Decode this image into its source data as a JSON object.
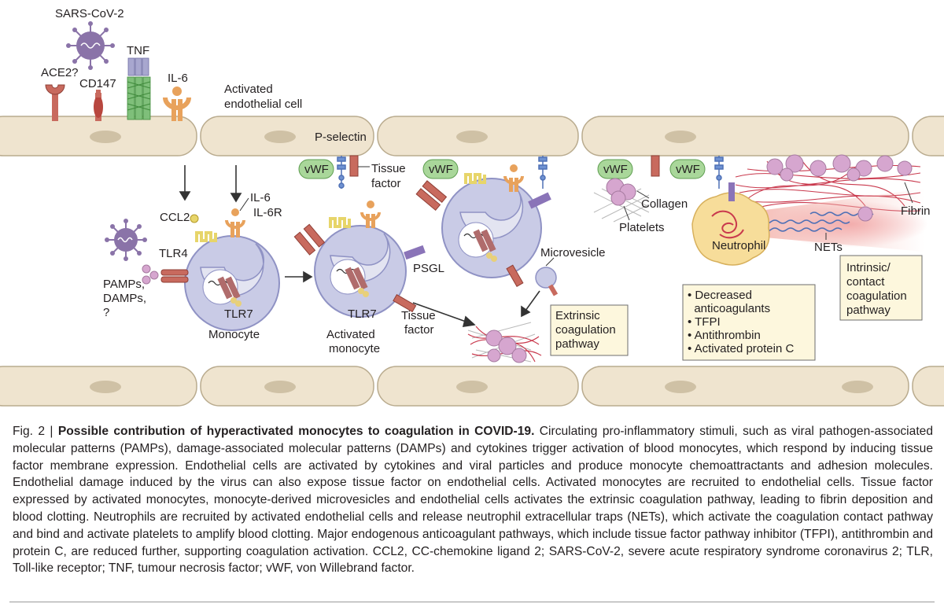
{
  "labels": {
    "sars_cov_2": "SARS-CoV-2",
    "tnf": "TNF",
    "ace2": "ACE2?",
    "cd147": "CD147",
    "il6_top": "IL-6",
    "activated_endothelial_line1": "Activated",
    "activated_endothelial_line2": "endothelial cell",
    "p_selectin": "P-selectin",
    "vwf": "vWF",
    "tissue_factor_line1": "Tissue",
    "tissue_factor_line2": "factor",
    "il6_monocyte": "IL-6",
    "il6r": "IL-6R",
    "ccl2": "CCL2",
    "tlr4": "TLR4",
    "pamps": "PAMPs,",
    "damps": "DAMPs,",
    "question": "?",
    "tlr7": "TLR7",
    "monocyte": "Monocyte",
    "activated_monocyte_line1": "Activated",
    "activated_monocyte_line2": "monocyte",
    "psgl": "PSGL",
    "microvesicle": "Microvesicle",
    "collagen": "Collagen",
    "platelets": "Platelets",
    "fibrin": "Fibrin",
    "neutrophil": "Neutrophil",
    "nets": "NETs",
    "extrinsic_box": [
      "Extrinsic",
      "coagulation",
      "pathway"
    ],
    "intrinsic_box": [
      "Intrinsic/",
      "contact",
      "coagulation",
      "pathway"
    ],
    "anticoagulant_box": [
      "• Decreased",
      "  anticoagulants",
      "• TFPI",
      "• Antithrombin",
      "• Activated protein C"
    ]
  },
  "caption": {
    "prefix": "Fig. 2 | ",
    "title": "Possible contribution of hyperactivated monocytes to coagulation in COVID-19.",
    "body": " Circulating pro-inflammatory stimuli, such as viral pathogen-associated molecular patterns (PAMPs), damage-associated molecular patterns (DAMPs) and cytokines trigger activation of blood monocytes, which respond by inducing tissue factor membrane expression. Endothelial cells are activated by cytokines and viral particles and produce monocyte chemoattractants and adhesion molecules. Endothelial damage induced by the virus can also expose tissue factor on endothelial cells. Activated monocytes are recruited to endothelial cells. Tissue factor expressed by activated monocytes, monocyte-derived microvesicles and endothelial cells activates the extrinsic coagulation pathway, leading to fibrin deposition and blood clotting. Neutrophils are recruited by activated endothelial cells and release neutrophil extracellular traps (NETs), which activate the coagulation contact pathway and bind and activate platelets to amplify blood clotting. Major endogenous anticoagulant pathways, which include tissue factor pathway inhibitor (TFPI), antithrombin and protein C, are reduced further, supporting coagulation activation. CCL2, CC-chemokine ligand 2; SARS-CoV-2, severe acute respiratory syndrome coronavirus 2; TLR, Toll-like receptor; TNF, tumour necrosis factor; vWF, von Willebrand factor."
  },
  "colors": {
    "endothelium": "#efe4cf",
    "endothelium_nucleus": "#cfc1a5",
    "cell_fill": "#c9cbe6",
    "nucleus_fill": "#e3e4f1",
    "receptor_red": "#c86a5e",
    "receptor_orange": "#e8a25c",
    "receptor_yellow": "#e7d56a",
    "tnf_green": "#7fbf7a",
    "tnf_purple": "#a8a7cf",
    "vwf_green": "#a9d79a",
    "psgl_purple": "#8a74b8",
    "virus_purple": "#8a73a8",
    "platelet_pink": "#d6a6cf",
    "neutrophil_fill": "#f7dd9a",
    "fibrin_red": "#c9394d",
    "box_fill": "#fdf7dd",
    "net_blue": "#4f70b5"
  }
}
